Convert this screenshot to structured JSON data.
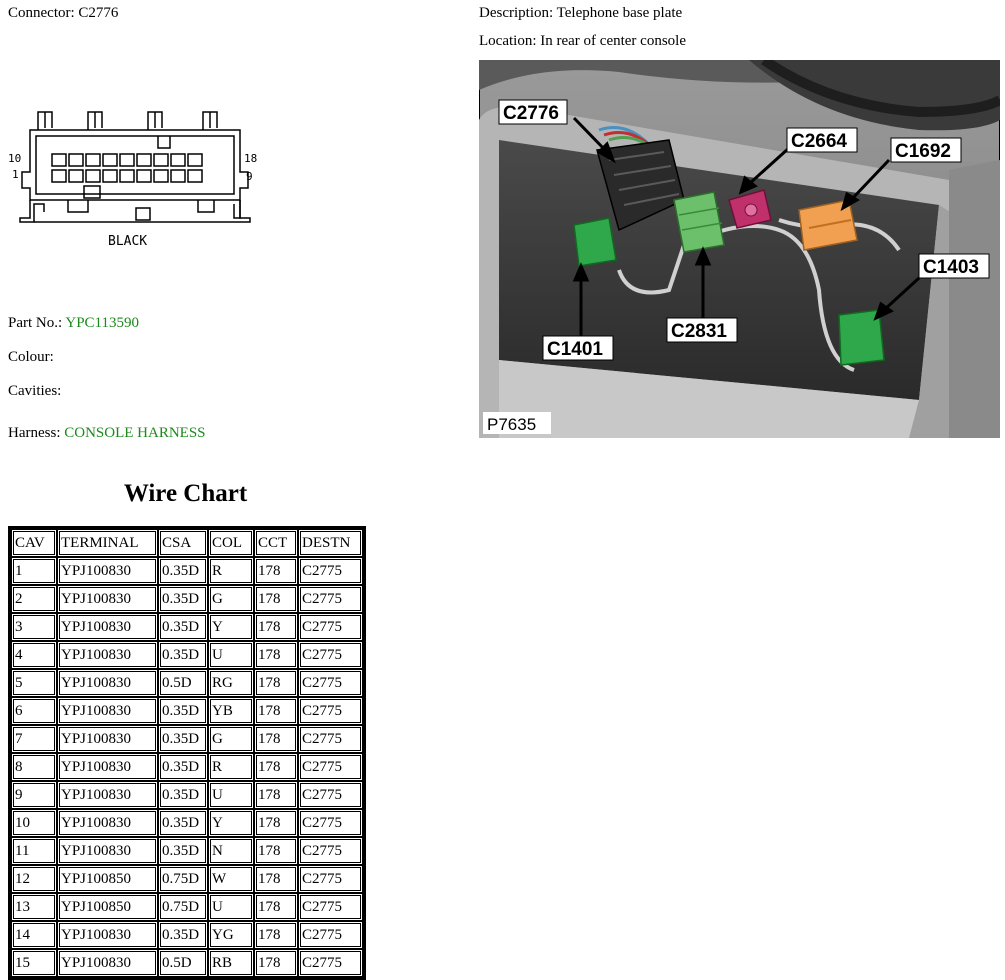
{
  "header": {
    "connector_label": "Connector:",
    "connector_value": "C2776",
    "description_label": "Description:",
    "description_value": "Telephone base plate",
    "location_label": "Location:",
    "location_value": "In rear of center console"
  },
  "connector_drawing": {
    "pin_left_top": "10",
    "pin_left_bottom": "1",
    "pin_right_top": "18",
    "pin_right_bottom": "9",
    "colour_text": "BLACK"
  },
  "details": {
    "part_no_label": "Part No.:",
    "part_no_value": "YPC113590",
    "colour_label": "Colour:",
    "colour_value": "",
    "cavities_label": "Cavities:",
    "cavities_value": "",
    "harness_label": "Harness:",
    "harness_value": "CONSOLE HARNESS"
  },
  "photo": {
    "ref": "P7635",
    "callouts": [
      "C2776",
      "C2664",
      "C1692",
      "C1403",
      "C2831",
      "C1401"
    ]
  },
  "wire_chart": {
    "title": "Wire Chart",
    "columns": [
      "CAV",
      "TERMINAL",
      "CSA",
      "COL",
      "CCT",
      "DESTN"
    ],
    "rows": [
      [
        "1",
        "YPJ100830",
        "0.35D",
        "R",
        "178",
        "C2775"
      ],
      [
        "2",
        "YPJ100830",
        "0.35D",
        "G",
        "178",
        "C2775"
      ],
      [
        "3",
        "YPJ100830",
        "0.35D",
        "Y",
        "178",
        "C2775"
      ],
      [
        "4",
        "YPJ100830",
        "0.35D",
        "U",
        "178",
        "C2775"
      ],
      [
        "5",
        "YPJ100830",
        "0.5D",
        "RG",
        "178",
        "C2775"
      ],
      [
        "6",
        "YPJ100830",
        "0.35D",
        "YB",
        "178",
        "C2775"
      ],
      [
        "7",
        "YPJ100830",
        "0.35D",
        "G",
        "178",
        "C2775"
      ],
      [
        "8",
        "YPJ100830",
        "0.35D",
        "R",
        "178",
        "C2775"
      ],
      [
        "9",
        "YPJ100830",
        "0.35D",
        "U",
        "178",
        "C2775"
      ],
      [
        "10",
        "YPJ100830",
        "0.35D",
        "Y",
        "178",
        "C2775"
      ],
      [
        "11",
        "YPJ100830",
        "0.35D",
        "N",
        "178",
        "C2775"
      ],
      [
        "12",
        "YPJ100850",
        "0.75D",
        "W",
        "178",
        "C2775"
      ],
      [
        "13",
        "YPJ100850",
        "0.75D",
        "U",
        "178",
        "C2775"
      ],
      [
        "14",
        "YPJ100830",
        "0.35D",
        "YG",
        "178",
        "C2775"
      ],
      [
        "15",
        "YPJ100830",
        "0.5D",
        "RB",
        "178",
        "C2775"
      ]
    ]
  },
  "colors": {
    "value_green": "#1a8a1a",
    "connector_pink": "#c0306a",
    "connector_orange": "#f0a050",
    "connector_green": "#2ea84a"
  }
}
